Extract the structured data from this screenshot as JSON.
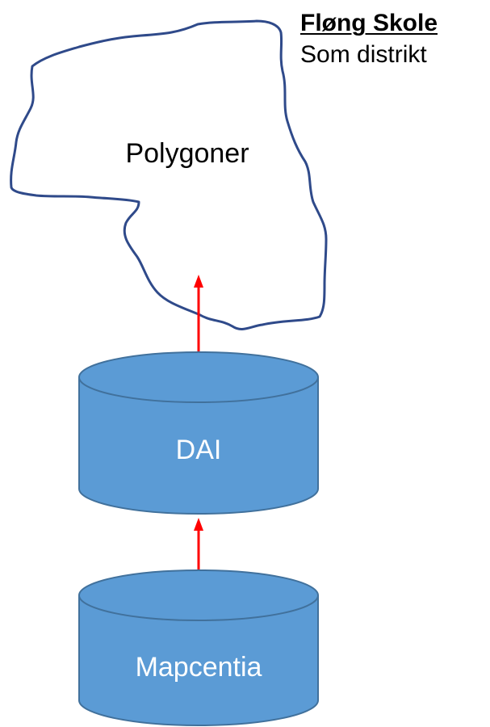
{
  "heading": {
    "title": "Fløng Skole",
    "subtitle": "Som distrikt"
  },
  "nodes": {
    "polygon": {
      "label": "Polygoner"
    },
    "dai": {
      "label": "DAI"
    },
    "mapcentia": {
      "label": "Mapcentia"
    }
  },
  "colors": {
    "cylinder_fill": "#5b9bd5",
    "cylinder_stroke": "#41719c",
    "arrow": "#ff0000",
    "polygon_stroke": "#2f4a8a"
  }
}
